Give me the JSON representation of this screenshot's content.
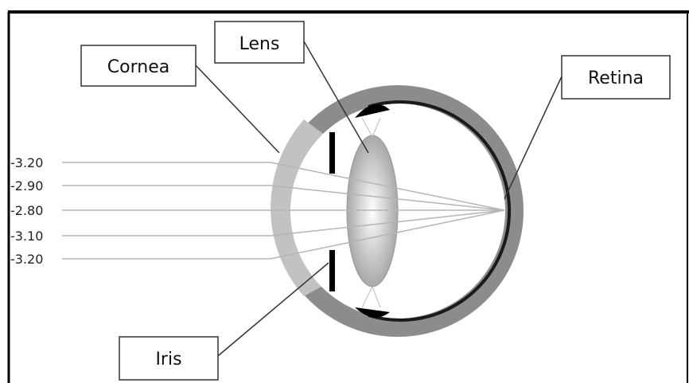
{
  "labels": {
    "lens": "Lens",
    "cornea": "Cornea",
    "retina": "Retina",
    "iris": "Iris"
  },
  "ray_values": [
    "-3.20",
    "-2.90",
    "-2.80",
    "-3.10",
    "-3.20"
  ],
  "colors": {
    "sclera": "#8c8c8c",
    "cornea": "#bfbfbf",
    "iris": "#000000",
    "retina": "#1a1a1a",
    "lens_edge": "#a8a8a8",
    "lens_center": "#ffffff",
    "ray": "#b5b5b5",
    "border": "#000000"
  }
}
